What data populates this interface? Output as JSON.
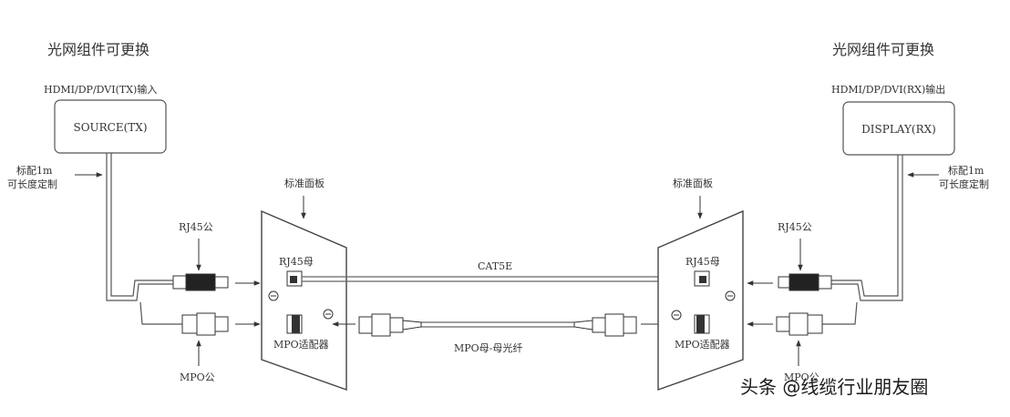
{
  "left": {
    "module_title": "光网组件可更换",
    "input_label": "HDMI/DP/DVI(TX)输入",
    "device": "SOURCE(TX)",
    "cable_note_1": "标配1m",
    "cable_note_2": "可长度定制",
    "plate_title": "标准面板",
    "rj45_male": "RJ45公",
    "rj45_female": "RJ45母",
    "mpo_adapter": "MPO适配器",
    "mpo_male": "MPO公"
  },
  "right": {
    "module_title": "光网组件可更换",
    "output_label": "HDMI/DP/DVI(RX)输出",
    "device": "DISPLAY(RX)",
    "cable_note_1": "标配1m",
    "cable_note_2": "可长度定制",
    "plate_title": "标准面板",
    "rj45_male": "RJ45公",
    "rj45_female": "RJ45母",
    "mpo_adapter": "MPO适配器",
    "mpo_male": "MPO公"
  },
  "center": {
    "cat5e": "CAT5E",
    "fiber": "MPO母-母光纤"
  },
  "watermark": "头条 @线缆行业朋友圈"
}
